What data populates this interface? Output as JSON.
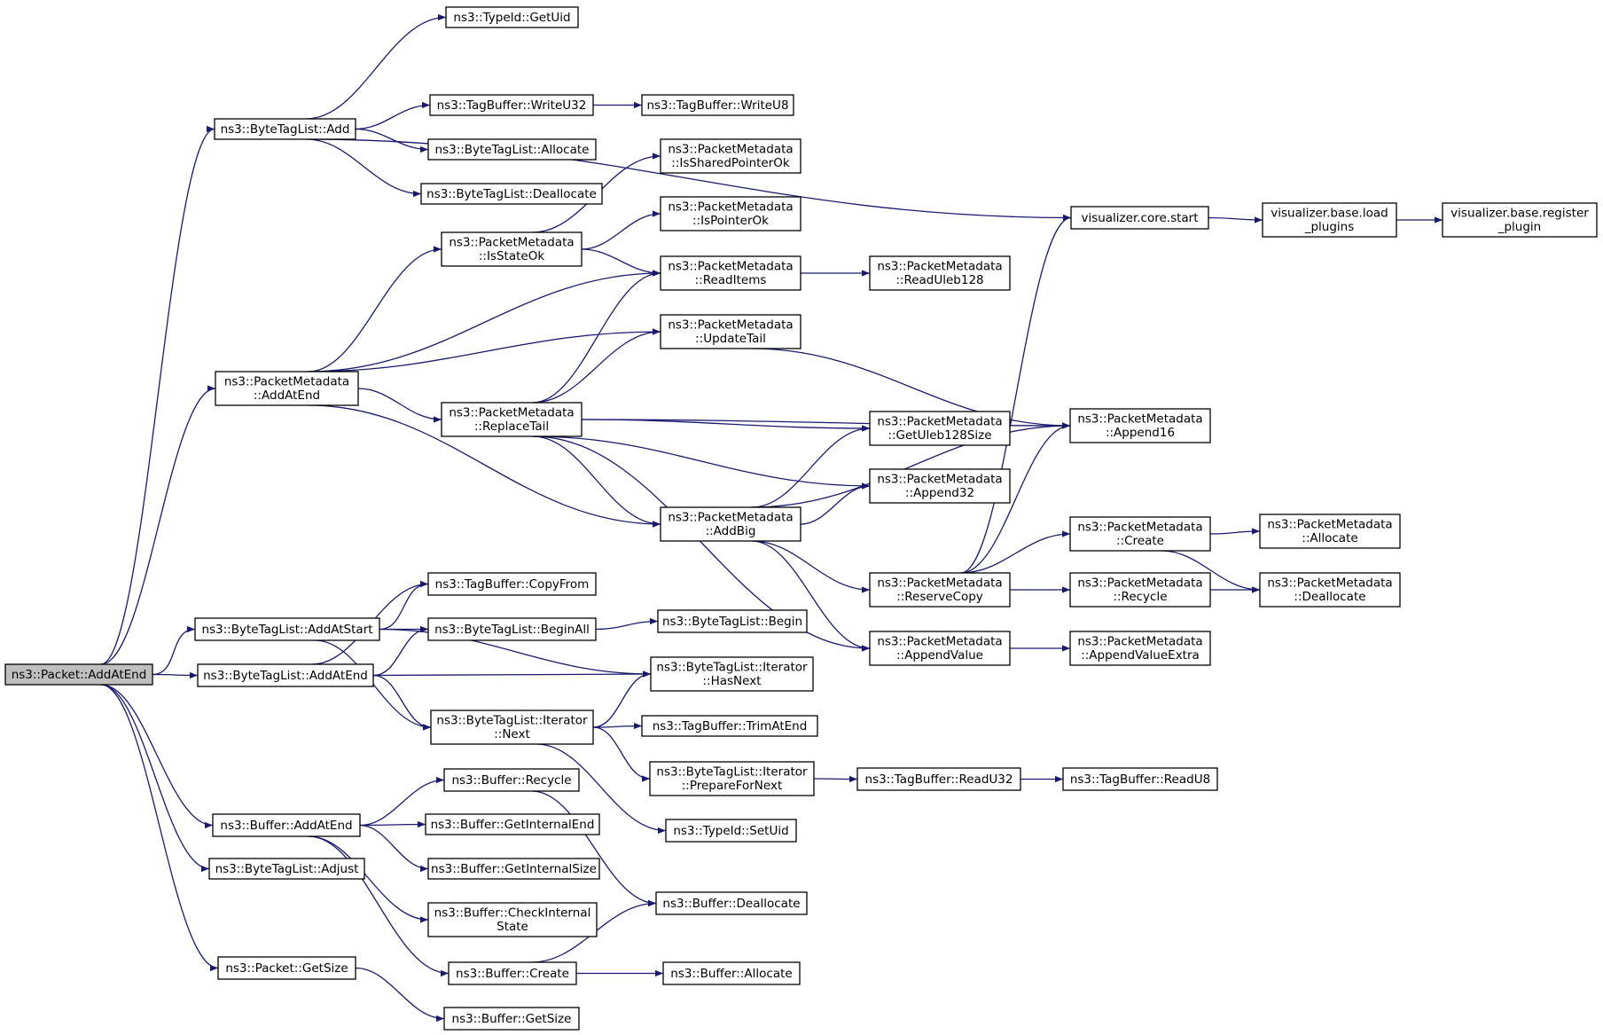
{
  "diagram": {
    "type": "call-graph",
    "root": "n0",
    "edge_color": "#191970",
    "root_fill": "#bfbfbf",
    "nodes": [
      {
        "id": "n0",
        "lines": [
          "ns3::Packet::AddAtEnd"
        ]
      },
      {
        "id": "n1",
        "lines": [
          "ns3::ByteTagList::Add"
        ]
      },
      {
        "id": "n2",
        "lines": [
          "ns3::TypeId::GetUid"
        ]
      },
      {
        "id": "n3",
        "lines": [
          "ns3::TagBuffer::WriteU32"
        ]
      },
      {
        "id": "n4",
        "lines": [
          "ns3::TagBuffer::WriteU8"
        ]
      },
      {
        "id": "n5",
        "lines": [
          "ns3::ByteTagList::Allocate"
        ]
      },
      {
        "id": "n6",
        "lines": [
          "ns3::ByteTagList::Deallocate"
        ]
      },
      {
        "id": "n7",
        "lines": [
          "visualizer.core.start"
        ]
      },
      {
        "id": "n8",
        "lines": [
          "visualizer.base.load",
          "_plugins"
        ]
      },
      {
        "id": "n9",
        "lines": [
          "visualizer.base.register",
          "_plugin"
        ]
      },
      {
        "id": "n10",
        "lines": [
          "ns3::PacketMetadata",
          "::AddAtEnd"
        ]
      },
      {
        "id": "n11",
        "lines": [
          "ns3::PacketMetadata",
          "::IsStateOk"
        ]
      },
      {
        "id": "n12",
        "lines": [
          "ns3::PacketMetadata",
          "::IsSharedPointerOk"
        ]
      },
      {
        "id": "n13",
        "lines": [
          "ns3::PacketMetadata",
          "::IsPointerOk"
        ]
      },
      {
        "id": "n14",
        "lines": [
          "ns3::PacketMetadata",
          "::ReadItems"
        ]
      },
      {
        "id": "n15",
        "lines": [
          "ns3::PacketMetadata",
          "::ReadUleb128"
        ]
      },
      {
        "id": "n16",
        "lines": [
          "ns3::PacketMetadata",
          "::UpdateTail"
        ]
      },
      {
        "id": "n17",
        "lines": [
          "ns3::PacketMetadata",
          "::ReplaceTail"
        ]
      },
      {
        "id": "n18",
        "lines": [
          "ns3::PacketMetadata",
          "::Append16"
        ]
      },
      {
        "id": "n19",
        "lines": [
          "ns3::PacketMetadata",
          "::GetUleb128Size"
        ]
      },
      {
        "id": "n20",
        "lines": [
          "ns3::PacketMetadata",
          "::Append32"
        ]
      },
      {
        "id": "n21",
        "lines": [
          "ns3::PacketMetadata",
          "::AddBig"
        ]
      },
      {
        "id": "n22",
        "lines": [
          "ns3::PacketMetadata",
          "::Create"
        ]
      },
      {
        "id": "n23",
        "lines": [
          "ns3::PacketMetadata",
          "::Allocate"
        ]
      },
      {
        "id": "n24",
        "lines": [
          "ns3::PacketMetadata",
          "::ReserveCopy"
        ]
      },
      {
        "id": "n25",
        "lines": [
          "ns3::PacketMetadata",
          "::Recycle"
        ]
      },
      {
        "id": "n26",
        "lines": [
          "ns3::PacketMetadata",
          "::Deallocate"
        ]
      },
      {
        "id": "n27",
        "lines": [
          "ns3::PacketMetadata",
          "::AppendValue"
        ]
      },
      {
        "id": "n28",
        "lines": [
          "ns3::PacketMetadata",
          "::AppendValueExtra"
        ]
      },
      {
        "id": "n29",
        "lines": [
          "ns3::ByteTagList::AddAtStart"
        ]
      },
      {
        "id": "n30",
        "lines": [
          "ns3::TagBuffer::CopyFrom"
        ]
      },
      {
        "id": "n31",
        "lines": [
          "ns3::ByteTagList::BeginAll"
        ]
      },
      {
        "id": "n32",
        "lines": [
          "ns3::ByteTagList::Begin"
        ]
      },
      {
        "id": "n33",
        "lines": [
          "ns3::ByteTagList::AddAtEnd"
        ]
      },
      {
        "id": "n34",
        "lines": [
          "ns3::ByteTagList::Iterator",
          "::HasNext"
        ]
      },
      {
        "id": "n35",
        "lines": [
          "ns3::ByteTagList::Iterator",
          "::Next"
        ]
      },
      {
        "id": "n36",
        "lines": [
          "ns3::TagBuffer::TrimAtEnd"
        ]
      },
      {
        "id": "n37",
        "lines": [
          "ns3::ByteTagList::Iterator",
          "::PrepareForNext"
        ]
      },
      {
        "id": "n38",
        "lines": [
          "ns3::TagBuffer::ReadU32"
        ]
      },
      {
        "id": "n39",
        "lines": [
          "ns3::TagBuffer::ReadU8"
        ]
      },
      {
        "id": "n40",
        "lines": [
          "ns3::TypeId::SetUid"
        ]
      },
      {
        "id": "n41",
        "lines": [
          "ns3::Buffer::AddAtEnd"
        ]
      },
      {
        "id": "n42",
        "lines": [
          "ns3::Buffer::Recycle"
        ]
      },
      {
        "id": "n43",
        "lines": [
          "ns3::Buffer::GetInternalEnd"
        ]
      },
      {
        "id": "n44",
        "lines": [
          "ns3::Buffer::GetInternalSize"
        ]
      },
      {
        "id": "n45",
        "lines": [
          "ns3::Buffer::CheckInternal",
          "State"
        ]
      },
      {
        "id": "n46",
        "lines": [
          "ns3::Buffer::Create"
        ]
      },
      {
        "id": "n47",
        "lines": [
          "ns3::Buffer::Deallocate"
        ]
      },
      {
        "id": "n48",
        "lines": [
          "ns3::Buffer::Allocate"
        ]
      },
      {
        "id": "n49",
        "lines": [
          "ns3::ByteTagList::Adjust"
        ]
      },
      {
        "id": "n50",
        "lines": [
          "ns3::Packet::GetSize"
        ]
      },
      {
        "id": "n51",
        "lines": [
          "ns3::Buffer::GetSize"
        ]
      }
    ],
    "edges": [
      [
        "n0",
        "n1"
      ],
      [
        "n0",
        "n10"
      ],
      [
        "n0",
        "n29"
      ],
      [
        "n0",
        "n33"
      ],
      [
        "n0",
        "n41"
      ],
      [
        "n0",
        "n49"
      ],
      [
        "n0",
        "n50"
      ],
      [
        "n1",
        "n2"
      ],
      [
        "n1",
        "n7"
      ],
      [
        "n1",
        "n3"
      ],
      [
        "n1",
        "n5"
      ],
      [
        "n1",
        "n6"
      ],
      [
        "n3",
        "n4"
      ],
      [
        "n7",
        "n8"
      ],
      [
        "n8",
        "n9"
      ],
      [
        "n10",
        "n11"
      ],
      [
        "n10",
        "n14"
      ],
      [
        "n10",
        "n16"
      ],
      [
        "n10",
        "n17"
      ],
      [
        "n10",
        "n21"
      ],
      [
        "n11",
        "n12"
      ],
      [
        "n11",
        "n13"
      ],
      [
        "n11",
        "n14"
      ],
      [
        "n14",
        "n15"
      ],
      [
        "n16",
        "n18"
      ],
      [
        "n17",
        "n14"
      ],
      [
        "n17",
        "n16"
      ],
      [
        "n17",
        "n18"
      ],
      [
        "n17",
        "n19"
      ],
      [
        "n17",
        "n20"
      ],
      [
        "n17",
        "n21"
      ],
      [
        "n17",
        "n27"
      ],
      [
        "n21",
        "n19"
      ],
      [
        "n21",
        "n20"
      ],
      [
        "n21",
        "n18"
      ],
      [
        "n21",
        "n24"
      ],
      [
        "n21",
        "n27"
      ],
      [
        "n24",
        "n7"
      ],
      [
        "n24",
        "n18"
      ],
      [
        "n24",
        "n22"
      ],
      [
        "n24",
        "n25"
      ],
      [
        "n22",
        "n23"
      ],
      [
        "n22",
        "n26"
      ],
      [
        "n25",
        "n26"
      ],
      [
        "n27",
        "n28"
      ],
      [
        "n29",
        "n30"
      ],
      [
        "n29",
        "n31"
      ],
      [
        "n29",
        "n34"
      ],
      [
        "n29",
        "n35"
      ],
      [
        "n31",
        "n32"
      ],
      [
        "n33",
        "n30"
      ],
      [
        "n33",
        "n31"
      ],
      [
        "n33",
        "n34"
      ],
      [
        "n33",
        "n35"
      ],
      [
        "n35",
        "n34"
      ],
      [
        "n35",
        "n36"
      ],
      [
        "n35",
        "n37"
      ],
      [
        "n35",
        "n40"
      ],
      [
        "n37",
        "n38"
      ],
      [
        "n38",
        "n39"
      ],
      [
        "n41",
        "n42"
      ],
      [
        "n41",
        "n43"
      ],
      [
        "n41",
        "n44"
      ],
      [
        "n41",
        "n45"
      ],
      [
        "n41",
        "n46"
      ],
      [
        "n42",
        "n47"
      ],
      [
        "n46",
        "n47"
      ],
      [
        "n46",
        "n48"
      ],
      [
        "n50",
        "n51"
      ]
    ]
  }
}
